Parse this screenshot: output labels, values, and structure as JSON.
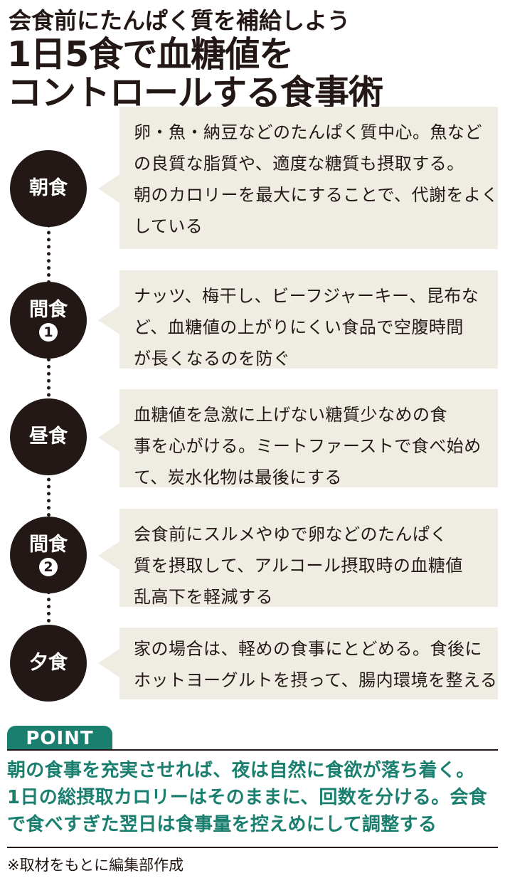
{
  "header": {
    "subtitle": "会食前にたんぱく質を補給しよう",
    "title_line1": "1日5食で血糖値を",
    "title_line2": "コントロールする食事術"
  },
  "meals": [
    {
      "label": "朝食",
      "number": null,
      "lines": [
        "卵・魚・納豆などのたんぱく質中心。魚など",
        "の良質な脂質や、適度な糖質も摂取する。",
        "朝のカロリーを最大にすることで、代謝をよく",
        "している"
      ]
    },
    {
      "label": "間食",
      "number": "1",
      "lines": [
        "ナッツ、梅干し、ビーフジャーキー、昆布な",
        "ど、血糖値の上がりにくい食品で空腹時間",
        "が長くなるのを防ぐ"
      ]
    },
    {
      "label": "昼食",
      "number": null,
      "lines": [
        "血糖値を急激に上げない糖質少なめの食",
        "事を心がける。ミートファーストで食べ始め",
        "て、炭水化物は最後にする"
      ]
    },
    {
      "label": "間食",
      "number": "2",
      "lines": [
        "会食前にスルメやゆで卵などのたんぱく",
        "質を摂取して、アルコール摂取時の血糖値",
        "乱高下を軽減する"
      ]
    },
    {
      "label": "夕食",
      "number": null,
      "lines": [
        "家の場合は、軽めの食事にとどめる。食後に",
        "ホットヨーグルトを摂って、腸内環境を整える"
      ]
    }
  ],
  "point": {
    "tab": "POINT",
    "lines": [
      "朝の食事を充実させれば、夜は自然に食欲が落ち着く。",
      "1日の総摂取カロリーはそのままに、回数を分ける。会食",
      "で食べすぎた翌日は食事量を控えめにして調整する"
    ]
  },
  "footnote": "※取材をもとに編集部作成",
  "colors": {
    "accent": "#1a7f6e",
    "dark": "#231815",
    "box": "#efece3"
  }
}
